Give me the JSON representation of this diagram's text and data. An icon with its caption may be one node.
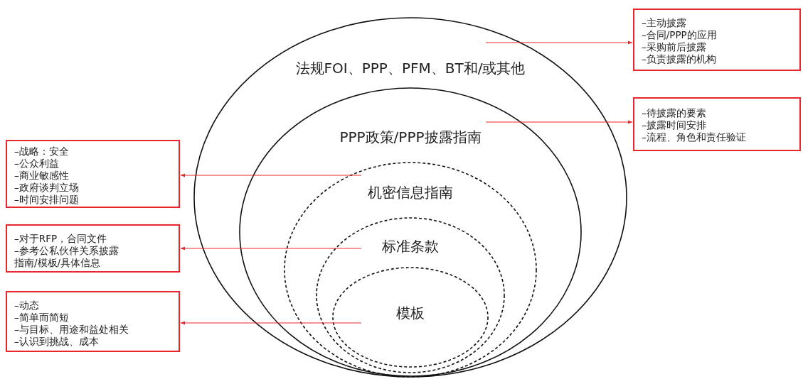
{
  "diagram": {
    "nodes": [
      {
        "text": [
          "法规FOI、PPP、PFM、BT和/或其他"
        ]
      },
      {
        "text": [
          "PPP政策/PPP披露指南"
        ],
        "in": 0
      },
      {
        "text": [
          "机密信息指南"
        ],
        "in": 1
      },
      {
        "text": [
          "标准条款"
        ],
        "in": 2
      },
      {
        "text": [
          "模板"
        ],
        "in": 3
      },
      {
        "text": [
          "–主动披露",
          "–合同/PPP的应用",
          "–采购前后披露",
          "–负责披露的机构"
        ]
      },
      {
        "text": [
          "–待披露的要素",
          "–披露时间安排",
          "–流程、角色和责任验证"
        ]
      },
      {
        "text": [
          "–战略：安全",
          "–公众利益",
          "–商业敏感性",
          "–政府谈判立场",
          "–时间安排问题"
        ]
      },
      {
        "text": [
          "–对于RFP，合同文件",
          "–参考公私伙伴关系披露指南/模板/具体信息"
        ]
      },
      {
        "text": [
          "–动态",
          "–简单而简短",
          "–与目标、用途和益处相关",
          "–认识到挑战、成本"
        ]
      }
    ],
    "edges": [
      {
        "from": 0,
        "to": 5,
        "arrow": "to"
      },
      {
        "from": 1,
        "to": 6,
        "arrow": "to"
      },
      {
        "from": 2,
        "to": 7,
        "arrow": "to"
      },
      {
        "from": 3,
        "to": 8,
        "arrow": "to"
      },
      {
        "from": 4,
        "to": 9,
        "arrow": "to"
      }
    ]
  }
}
